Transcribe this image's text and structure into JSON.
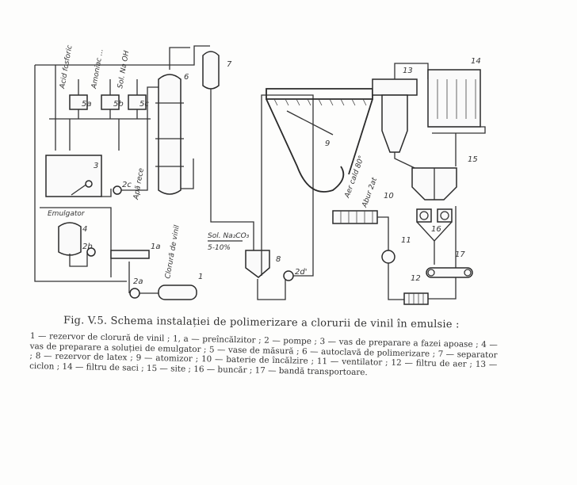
{
  "figure": {
    "title": "Fig. V.5. Schema instalației de polimerizare a clorurii de vinil în emulsie :",
    "legend": [
      "1 — rezervor de clorură de vinil ;",
      "1, a — preîncălzitor ;",
      "2 — pompe ;",
      "3 — vas de preparare a fazei apoase ;",
      "4 — vas de preparare a soluției de emulgator ;",
      "5 — vase de măsură ;",
      "6 — autoclavă de polimerizare ;",
      "7 — separator ;",
      "8 — rezervor de latex ;",
      "9 — atomizor ;",
      "10 — baterie de încălzire ;",
      "11 — ventilator ;",
      "12 — filtru de aer ;",
      "13 — ciclon ;",
      "14 — filtru de saci ;",
      "15 — site ;",
      "16 — buncăr ;",
      "17 — bandă transportoare."
    ]
  },
  "diagram_labels": {
    "acid_fosforic": "Acid fosforic",
    "amoniac": "Amoniac ...",
    "sol_naoh": "Sol. Na OH",
    "emulgator": "Emulgator",
    "apa_rece": "Apă rece",
    "clorura_vinil": "Clorură de vinil",
    "sol_na2co3": "Sol. Na₂CO₃",
    "conc": "5-10%",
    "aer_cald": "Aer cald 80°",
    "abur": "Abur 2at",
    "n1": "1",
    "n1a": "1a",
    "n2a": "2a",
    "n2b": "2b",
    "n2c": "2c",
    "n2d": "2d'",
    "n3": "3",
    "n4": "4",
    "n5a": "5a",
    "n5b": "5b",
    "n5c": "5c",
    "n6": "6",
    "n7": "7",
    "n8": "8",
    "n9": "9",
    "n10": "10",
    "n11": "11",
    "n12": "12",
    "n13": "13",
    "n14": "14",
    "n15": "15",
    "n16": "16",
    "n17": "17"
  }
}
